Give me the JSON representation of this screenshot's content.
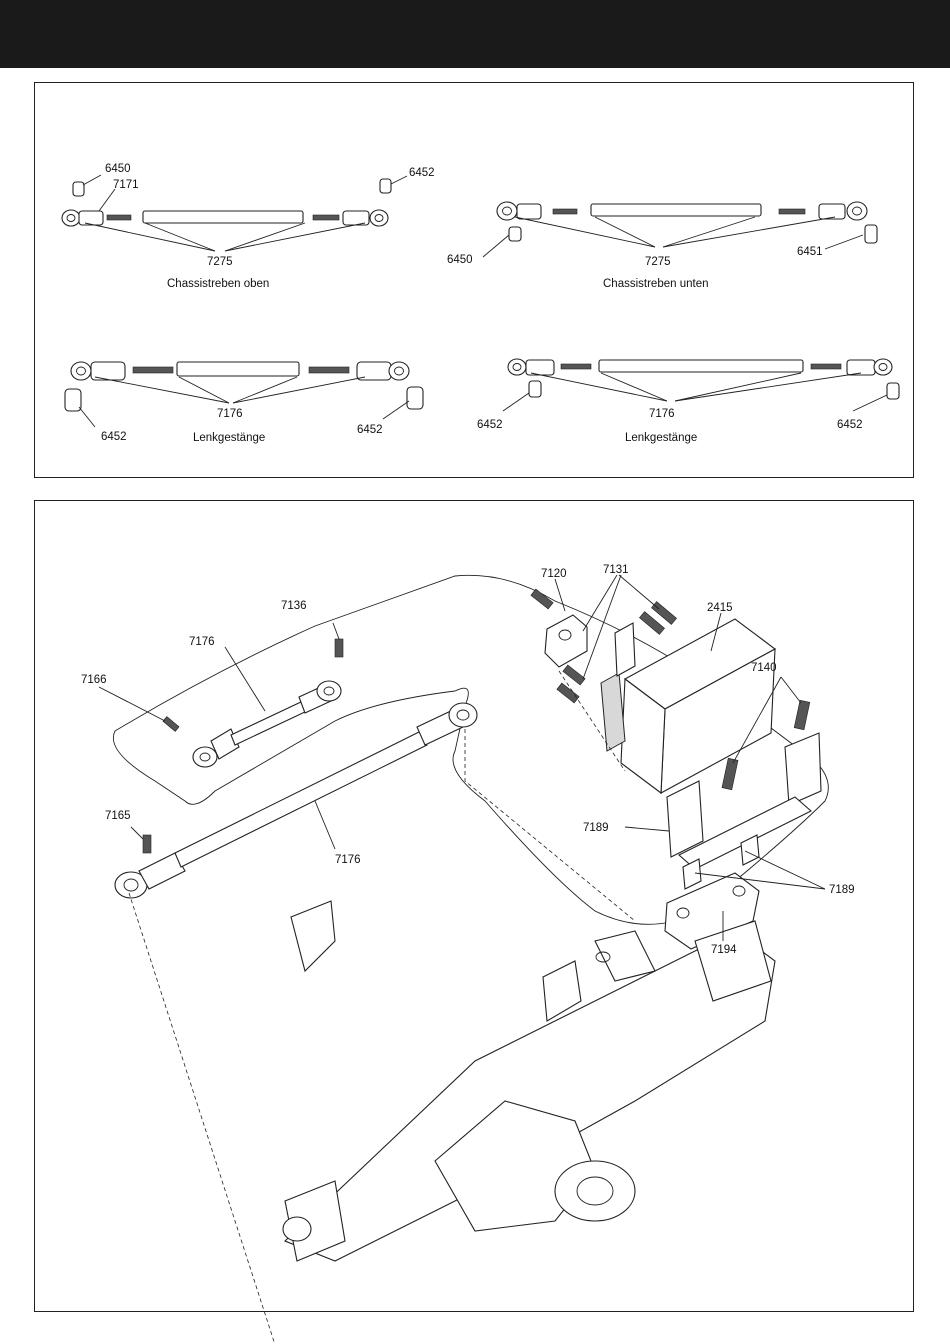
{
  "top_panel": {
    "upper_chassis": {
      "caption": "Chassistreben oben",
      "labels": {
        "ball_top": "6450",
        "rod_end": "7171",
        "ball_right": "6452",
        "link": "7275"
      }
    },
    "lower_chassis": {
      "caption": "Chassistreben unten",
      "labels": {
        "ball_left": "6450",
        "link": "7275",
        "ball_right": "6451"
      }
    },
    "steering_left": {
      "caption": "Lenkgestänge",
      "labels": {
        "ball_left": "6452",
        "link": "7176",
        "ball_right": "6452"
      }
    },
    "steering_right": {
      "caption": "Lenkgestänge",
      "labels": {
        "ball_left": "6452",
        "link": "7176",
        "ball_right": "6452"
      }
    }
  },
  "bottom_panel": {
    "labels": {
      "servo_horn": "7120",
      "screws_servo": "7131",
      "servo": "2415",
      "screw_mount": "7136",
      "short_link": "7176",
      "screw_short": "7166",
      "mount_screw": "7140",
      "screw_long": "7165",
      "long_link": "7176",
      "mount_a": "7189",
      "mount_b": "7189",
      "bracket": "7194"
    }
  }
}
